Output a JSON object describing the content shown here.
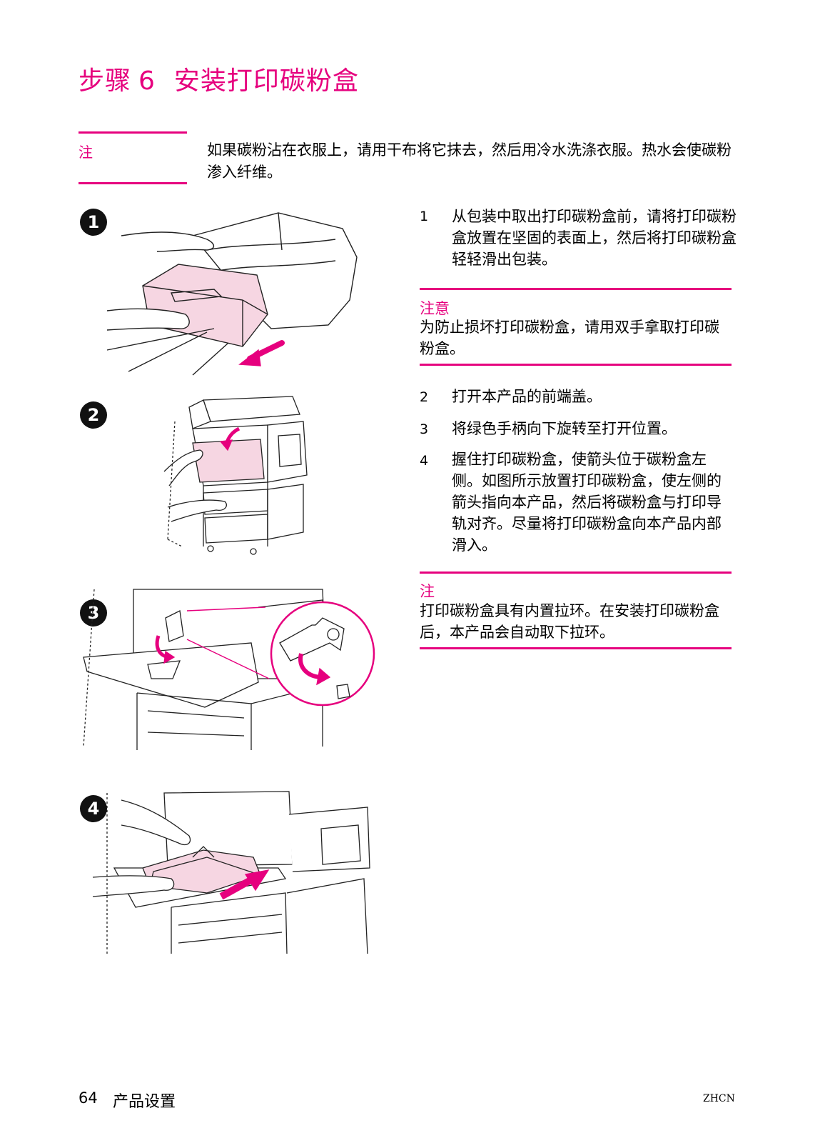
{
  "title": {
    "step": "步骤",
    "number": "6",
    "text": "安装打印碳粉盒"
  },
  "note_top": {
    "label": "注",
    "text": "如果碳粉沾在衣服上，请用干布将它抹去，然后用冷水洗涤衣服。热水会使碳粉渗入纤维。"
  },
  "steps": [
    {
      "num": "1",
      "text": "从包装中取出打印碳粉盒前，请将打印碳粉盒放置在坚固的表面上，然后将打印碳粉盒轻轻滑出包装。"
    },
    {
      "num": "2",
      "text": "打开本产品的前端盖。"
    },
    {
      "num": "3",
      "text": "将绿色手柄向下旋转至打开位置。"
    },
    {
      "num": "4",
      "text": "握住打印碳粉盒，使箭头位于碳粉盒左侧。如图所示放置打印碳粉盒，使左侧的箭头指向本产品，然后将碳粉盒与打印导轨对齐。尽量将打印碳粉盒向本产品内部滑入。"
    }
  ],
  "caution": {
    "label": "注意",
    "text": "为防止损坏打印碳粉盒，请用双手拿取打印碳粉盒。"
  },
  "note_bottom": {
    "label": "注",
    "text": "打印碳粉盒具有内置拉环。在安装打印碳粉盒后，本产品会自动取下拉环。"
  },
  "figures": [
    {
      "badge": "1",
      "icon": "unpack-cartridge-illustration"
    },
    {
      "badge": "2",
      "icon": "open-front-door-illustration"
    },
    {
      "badge": "3",
      "icon": "rotate-handle-illustration"
    },
    {
      "badge": "4",
      "icon": "insert-cartridge-illustration"
    }
  ],
  "footer": {
    "page": "64",
    "section": "产品设置",
    "code": "ZHCN"
  },
  "colors": {
    "accent": "#e6007e",
    "cartridge_fill": "#f6d6e2"
  }
}
